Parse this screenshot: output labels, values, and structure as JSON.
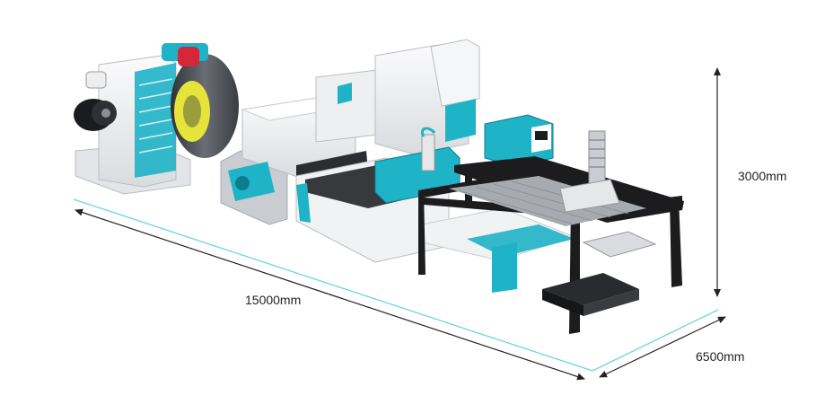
{
  "dimensions": {
    "length": "15000mm",
    "height": "3000mm",
    "width": "6500mm"
  },
  "colors": {
    "accent": "#1fb3c8",
    "dimension_line": "#6fd3e3",
    "machine_white": "#f1f2f3",
    "machine_grey": "#c9ccd0",
    "frame_black": "#1c1c1e",
    "coil_dark": "#4a4d52",
    "coil_yellow": "#e4e43a",
    "red_band": "#d6263a"
  }
}
